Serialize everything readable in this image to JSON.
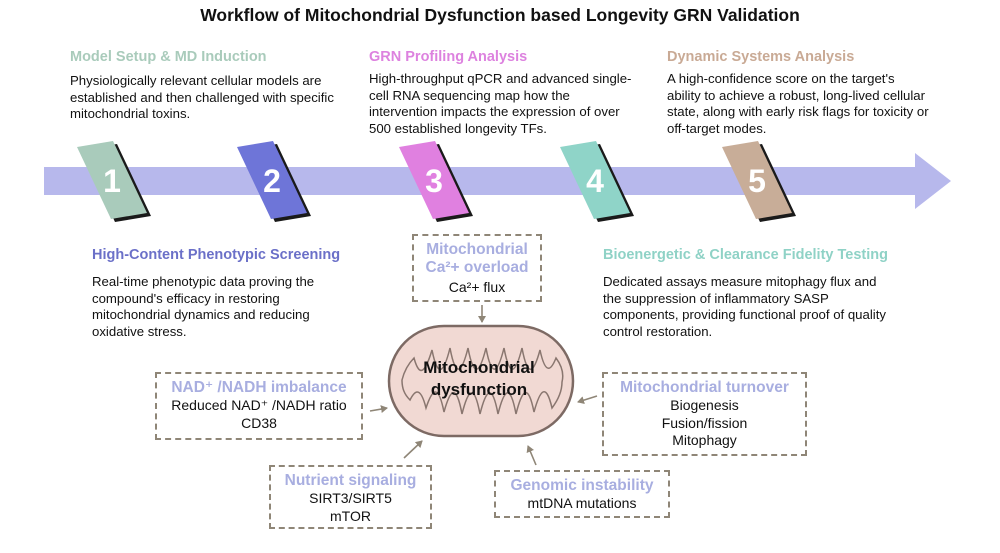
{
  "title": "Workflow of Mitochondrial Dysfunction based Longevity GRN Validation",
  "steps": [
    {
      "number": "1",
      "color": "#a9cbbb",
      "title": "Model Setup & MD Induction",
      "title_color": "#a9cbbb",
      "desc": "Physiologically relevant cellular models are established and then challenged with specific mitochondrial toxins."
    },
    {
      "number": "2",
      "color": "#6e75d8",
      "title": "High-Content Phenotypic Screening",
      "title_color": "#6b70c8",
      "desc": "Real-time phenotypic data proving the compound's efficacy in restoring mitochondrial dynamics and reducing oxidative stress."
    },
    {
      "number": "3",
      "color": "#e080e0",
      "title": "GRN Profiling Analysis",
      "title_color": "#dd82df",
      "desc": "High-throughput qPCR and advanced single-cell RNA sequencing map how the intervention impacts the expression of over 500 established longevity TFs."
    },
    {
      "number": "4",
      "color": "#8fd4c8",
      "title": "Bioenergetic & Clearance Fidelity Testing",
      "title_color": "#8fd2c6",
      "desc": "Dedicated assays measure mitophagy flux and the suppression of inflammatory SASP components, providing functional proof of quality control restoration."
    },
    {
      "number": "5",
      "color": "#c8ad98",
      "title": "Dynamic Systems Analysis",
      "title_color": "#c9aa95",
      "desc": "A high-confidence score on the target's ability to achieve a robust, long-lived cellular state, along with early risk flags for toxicity or off-target modes."
    }
  ],
  "arrow_color": "#b7b8ec",
  "center": {
    "line1": "Mitochondrial",
    "line2": "dysfunction",
    "fill": "#f1d9d3",
    "stroke": "#7d6a64"
  },
  "factors": {
    "calcium": {
      "title": "Mitochondrial\nCa²+ overload",
      "lines": [
        "Ca²+ flux"
      ]
    },
    "nad": {
      "title": "NAD⁺ /NADH imbalance",
      "lines": [
        "Reduced NAD⁺ /NADH ratio",
        "CD38"
      ]
    },
    "nutrient": {
      "title": "Nutrient signaling",
      "lines": [
        "SIRT3/SIRT5",
        "mTOR"
      ]
    },
    "genomic": {
      "title": "Genomic instability",
      "lines": [
        "mtDNA mutations"
      ]
    },
    "turnover": {
      "title": "Mitochondrial turnover",
      "lines": [
        "Biogenesis",
        "Fusion/fission",
        "Mitophagy"
      ]
    }
  }
}
